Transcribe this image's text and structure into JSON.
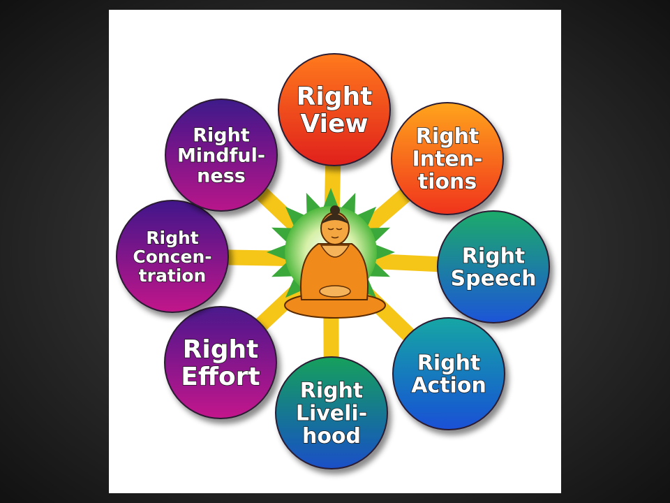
{
  "diagram": {
    "nodes": [
      {
        "id": "view",
        "lines": [
          "Right",
          "View"
        ],
        "color_top": "#ff7a1a",
        "color_bottom": "#e0201a"
      },
      {
        "id": "intentions",
        "lines": [
          "Right",
          "Inten-",
          "tions"
        ],
        "color_top": "#ffa41c",
        "color_bottom": "#f0331c"
      },
      {
        "id": "speech",
        "lines": [
          "Right",
          "Speech"
        ],
        "color_top": "#1cab6a",
        "color_bottom": "#1a55d8"
      },
      {
        "id": "action",
        "lines": [
          "Right",
          "Action"
        ],
        "color_top": "#14a6a4",
        "color_bottom": "#1a50d6"
      },
      {
        "id": "livelihood",
        "lines": [
          "Right",
          "Liveli-",
          "hood"
        ],
        "color_top": "#16a05c",
        "color_bottom": "#1a4fc8"
      },
      {
        "id": "effort",
        "lines": [
          "Right",
          "Effort"
        ],
        "color_top": "#4a1a8c",
        "color_bottom": "#c4148c"
      },
      {
        "id": "concentration",
        "lines": [
          "Right",
          "Concen-",
          "tration"
        ],
        "color_top": "#40198a",
        "color_bottom": "#c2168a"
      },
      {
        "id": "mindfulness",
        "lines": [
          "Right",
          "Mindful-",
          "ness"
        ],
        "color_top": "#3e1a8a",
        "color_bottom": "#b8168a"
      }
    ],
    "spoke_color": "#f5c518",
    "halo_color": "#3aa83a",
    "buddha_color": "#f08a1a"
  }
}
